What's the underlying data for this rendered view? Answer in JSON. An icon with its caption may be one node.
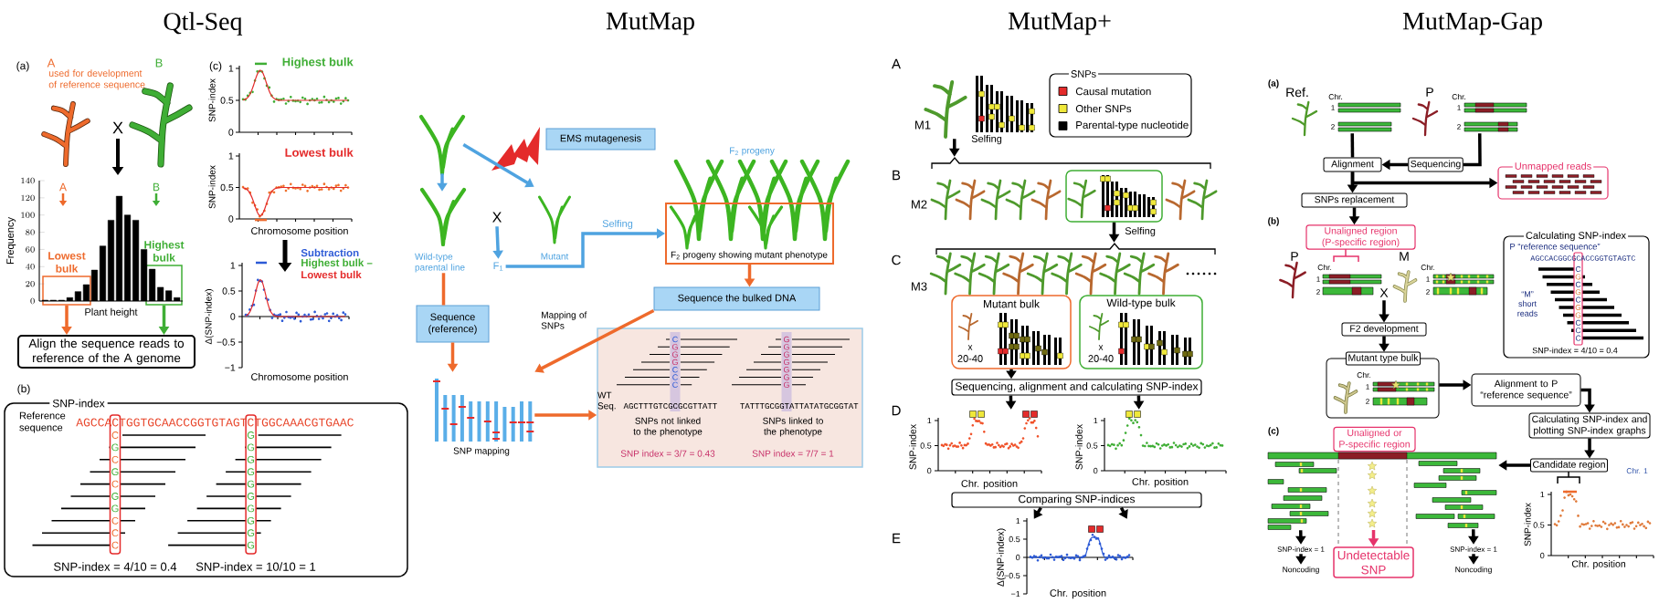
{
  "diagram": {
    "nodes": [
      {
        "text": [
          "X"
        ]
      },
      {
        "text": [
          "Lowest bulk"
        ]
      },
      {
        "text": [
          "Highest bulk"
        ]
      },
      {
        "text": [
          "Align the sequence reads to reference of the A genome"
        ]
      },
      {
        "text": [
          "SNP-index"
        ]
      },
      {
        "text": [],
        "shape": "picture"
      },
      {
        "text": [
          "Wild-type parental line"
        ]
      },
      {
        "text": [
          "EMS mutagenesis"
        ]
      },
      {
        "text": [
          "Mutant"
        ]
      },
      {
        "text": [
          "X"
        ]
      },
      {
        "text": [
          "F$_{1}$"
        ]
      },
      {
        "text": [
          "F$_{2}$ progeny showing mutant phenotype"
        ],
        "beside": [
          "F$_{2}$ progeny"
        ]
      },
      {
        "text": [
          "Sequence the bulked DNA"
        ]
      },
      {
        "text": [
          "Sequence (reference)"
        ]
      },
      {
        "text": [
          "SNP mapping"
        ]
      },
      {
        "text": [
          "WT Seq.",
          "AGCTTTGTCGCGCGTTATT",
          "SNPs not linked to the phenotype",
          "SNP index = 3/7 = 0.43",
          "TATTTGCGGTATTATATGCGGTAT",
          "SNPs linked to the phenotype",
          "SNP index = 7/7 = 1"
        ]
      },
      {
        "text": [],
        "shape": "box"
      },
      {
        "text": [
          "Mutant bulk"
        ]
      },
      {
        "text": [
          "Wild-type bulk"
        ]
      },
      {
        "text": [
          "Sequencing, alignment and calculating SNP-index"
        ]
      },
      {
        "text": [
          "Comparing SNP-indices"
        ]
      },
      {
        "text": [
          "Alignment"
        ]
      },
      {
        "text": [
          "Sequencing"
        ]
      },
      {
        "text": [
          "Unmapped reads"
        ]
      },
      {
        "text": [
          "SNPs replacement"
        ]
      },
      {
        "text": [
          "Unaligned region (P-specific region)"
        ]
      },
      {
        "text": [
          "Calculating SNP-index",
          "P “reference sequence”",
          "“M” short reads",
          "SNP-index = 4/10 = 0.4"
        ]
      },
      {
        "text": [
          "F2 development"
        ]
      },
      {
        "text": [
          "Mutant type bulk"
        ]
      },
      {
        "text": [
          "Alignment to P “reference sequence”"
        ]
      },
      {
        "text": [
          "Calculating SNP-index and plotting SNP-index graphs"
        ]
      },
      {
        "text": [
          "Candidate region"
        ]
      },
      {
        "text": [
          "Unaligned or P-specific region"
        ]
      },
      {
        "text": [
          "Undetectable SNP"
        ]
      },
      {
        "text": [
          "SNP-index = 1"
        ]
      },
      {
        "text": [
          "Noncoding"
        ]
      },
      {
        "text": [
          "SNP-index = 1"
        ]
      },
      {
        "text": [
          "Noncoding"
        ]
      },
      {
        "text": [],
        "shape": "picture"
      },
      {
        "text": [],
        "shape": "picture"
      },
      {
        "text": [],
        "shape": "picture"
      },
      {
        "text": [],
        "shape": "picture"
      },
      {
        "text": [],
        "shape": "picture"
      },
      {
        "text": [
          "X"
        ]
      },
      {
        "text": [],
        "shape": "picture"
      },
      {
        "text": [],
        "shape": "picture"
      },
      {
        "text": [],
        "shape": "brace"
      },
      {
        "text": [],
        "shape": "brace"
      },
      {
        "text": [],
        "shape": "picture"
      }
    ],
    "edges": [
      {
        "from": 1,
        "to": 3,
        "arrow": "to",
        "color": "#ee6a2c"
      },
      {
        "from": 2,
        "to": 3,
        "arrow": "to",
        "color": "#3fae35"
      },
      {
        "from": 5,
        "to": 6,
        "arrow": "to",
        "color": "#4fa3e0"
      },
      {
        "from": 5,
        "to": 8,
        "arrow": "to",
        "color": "#4fa3e0"
      },
      {
        "from": 9,
        "to": 10,
        "arrow": "to",
        "color": "#4fa3e0"
      },
      {
        "from": 10,
        "to": 11,
        "arrow": "to",
        "label": "Selfing",
        "color": "#4fa3e0"
      },
      {
        "from": 6,
        "to": 13,
        "arrow": "none",
        "color": "#ee6a2c"
      },
      {
        "from": 13,
        "to": 14,
        "arrow": "to",
        "color": "#ee6a2c"
      },
      {
        "from": 11,
        "to": 12,
        "arrow": "to",
        "color": "#ee6a2c"
      },
      {
        "from": 12,
        "to": 14,
        "arrow": "to",
        "label": "Mapping of SNPs",
        "color": "#ee6a2c"
      },
      {
        "from": 14,
        "to": 15,
        "arrow": "to",
        "color": "#ee6a2c"
      },
      {
        "from": 16,
        "to": 47,
        "arrow": "to",
        "label": "Selfing"
      },
      {
        "from": 17,
        "to": 19,
        "arrow": "to"
      },
      {
        "from": 19,
        "to": 38,
        "arrow": "to"
      },
      {
        "from": 19,
        "to": 39,
        "arrow": "to"
      },
      {
        "from": 20,
        "to": 40,
        "arrow": "to"
      },
      {
        "from": 20,
        "to": 40,
        "arrow": "to"
      },
      {
        "from": 41,
        "to": 21,
        "arrow": "none"
      },
      {
        "from": 42,
        "to": 22,
        "arrow": "none"
      },
      {
        "from": 22,
        "to": 21,
        "arrow": "to"
      },
      {
        "from": 21,
        "to": 24,
        "arrow": "to"
      },
      {
        "from": 21,
        "to": 23,
        "arrow": "to"
      },
      {
        "from": 24,
        "to": 25,
        "arrow": "to"
      },
      {
        "from": 43,
        "to": 27,
        "arrow": "to"
      },
      {
        "from": 27,
        "to": 28,
        "arrow": "to"
      },
      {
        "from": 28,
        "to": 29,
        "arrow": "to"
      },
      {
        "from": 29,
        "to": 30,
        "arrow": "to"
      },
      {
        "from": 30,
        "to": 31,
        "arrow": "to"
      },
      {
        "from": 31,
        "to": 45,
        "arrow": "to"
      },
      {
        "from": null,
        "to": 33,
        "arrow": "to",
        "color": "#e6336b"
      },
      {
        "from": 44,
        "to": 34,
        "arrow": "to"
      },
      {
        "from": 34,
        "to": 35,
        "arrow": "to"
      },
      {
        "from": 45,
        "to": 36,
        "arrow": "to"
      },
      {
        "from": 36,
        "to": 37,
        "arrow": "to"
      },
      {
        "from": 48,
        "to": 46,
        "arrow": "to"
      }
    ],
    "labels": [
      "Qtl-Seq",
      "MutMap",
      "MutMap+",
      "MutMap-Gap",
      "(a)",
      "A",
      "used for development of reference sequence",
      "B",
      "A",
      "B",
      "(b)",
      "Reference sequence",
      "AGCCACTGGTGCAACCGGTGTAGTCTGGCAAACGTGAAC",
      "C",
      "G",
      "C",
      "G",
      "C",
      "G",
      "G",
      "C",
      "C",
      "C",
      "G",
      "G",
      "G",
      "G",
      "G",
      "G",
      "G",
      "G",
      "G",
      "G",
      "SNP-index = 4/10 = 0.4",
      "SNP-index = 10/10 = 1",
      "(c)",
      "1",
      "0.5",
      "0",
      "SNP-index",
      "Highest bulk",
      "1",
      "0.5",
      "0",
      "SNP-index",
      "Lowest bulk",
      "Chromosome position",
      "Subtraction",
      "Highest bulk –",
      "Lowest bulk",
      "1",
      "0.5",
      "0",
      "−0.5",
      "−1",
      "Δ(SNP-index)",
      "Chromosome position",
      "C",
      "G",
      "G",
      "G",
      "C",
      "C",
      "C",
      "G",
      "G",
      "G",
      "G",
      "G",
      "G",
      "G",
      "A",
      "M1",
      "Selfing",
      "SNPs",
      "B",
      "M2",
      "C",
      "M3",
      "x",
      "20-40",
      "x",
      "20-40",
      "D",
      "1",
      "0.5",
      "0",
      "SNP-index",
      "Chr. position",
      "1",
      "0.5",
      "0",
      "SNP-index",
      "Chr. position",
      "E",
      "1",
      "0.5",
      "0",
      "−0.5",
      "−1",
      "Δ(SNP-index)",
      "Chr. position",
      "(a)",
      "Ref.",
      "Chr.",
      "1",
      "2",
      "P",
      "Chr.",
      "1",
      "2",
      "(b)",
      "P",
      "Chr.",
      "1",
      "2",
      "M",
      "Chr.",
      "1",
      "2",
      "AGCCACGGCGCACCGGTGTAGTC",
      "C",
      "G",
      "C",
      "G",
      "C",
      "G",
      "G",
      "C",
      "C",
      "C",
      "Chr.",
      "1",
      "2",
      "(c)",
      "Chr. 1",
      "1",
      "0.5",
      "0",
      "SNP-index",
      "Chr. position"
    ],
    "legend": [
      {
        "text": "Causal mutation",
        "color": "#e42b2b"
      },
      {
        "text": "Other SNPs",
        "color": "#efe83a"
      },
      {
        "text": "Parental-type nucleotide",
        "color": "#000000"
      }
    ],
    "chart_data": {
      "type": "bar",
      "xlabel": "Plant height",
      "ylabel": "Frequency",
      "values": [
        1,
        1,
        1,
        4,
        11,
        19,
        36,
        64,
        94,
        122,
        100,
        94,
        60,
        37,
        16,
        12,
        4
      ],
      "ylim": [
        0,
        140
      ],
      "yticks": [
        0,
        20,
        40,
        60,
        80,
        100,
        120,
        140
      ]
    }
  }
}
